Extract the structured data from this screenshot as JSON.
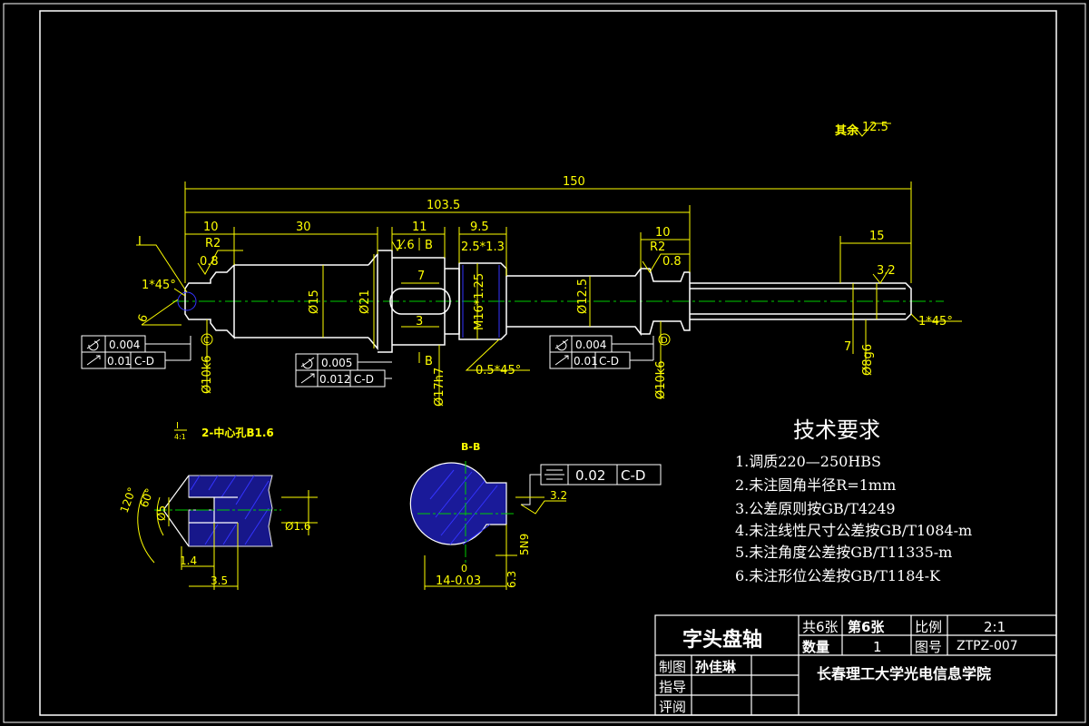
{
  "surface_finish_note": {
    "prefix": "其余",
    "value": "12.5"
  },
  "dimensions": {
    "overall_150": "150",
    "len_103_5": "103.5",
    "len_10_left": "10",
    "len_30": "30",
    "len_11": "11",
    "len_9_5": "9.5",
    "len_10_right": "10",
    "len_15": "15",
    "len_7": "7",
    "len_3": "3",
    "len_7_right": "7",
    "dia_15": "Ø15",
    "dia_21": "Ø21",
    "thread": "M16*1.25",
    "dia_12_5": "Ø12.5",
    "dia_10k6_left": "Ø10k6",
    "dia_17h7": "Ø17h7",
    "dia_10k6_right": "Ø10k6",
    "dia_8g6": "Ø8g6",
    "radius_left": "R2",
    "radius_right": "R2",
    "ra_left": "0.8",
    "ra_mid": "1.6",
    "ra_right": "0.8",
    "ra_end": "3.2",
    "chamfer_left": "1*45°",
    "chamfer_right": "1*45°",
    "undercut": "2.5*1.3",
    "chamfer_thread": "0.5*45°",
    "angle_6": "6",
    "section_mark_top": "B",
    "section_mark_bottom": "B",
    "datum_c": "C",
    "datum_d": "D",
    "detail_mark": "I"
  },
  "tolerance_frames": {
    "left": {
      "row1_value": "0.004",
      "row2_value": "0.01",
      "row2_datum": "C-D"
    },
    "middle": {
      "row1_value": "0.005",
      "row2_value": "0.012",
      "row2_datum": "C-D"
    },
    "right": {
      "row1_value": "0.004",
      "row2_value": "0.01",
      "row2_datum": "C-D"
    },
    "section": {
      "value": "0.02",
      "datum": "C-D"
    }
  },
  "detail_view": {
    "title_num": "I",
    "title_scale": "4:1",
    "title_text": "2-中心孔B1.6",
    "angle_120": "120°",
    "angle_60": "60°",
    "dia_5": "Ø5",
    "dia_1_6": "Ø1.6",
    "len_1_4": "1.4",
    "len_3_5": "3.5"
  },
  "section_view": {
    "title": "B-B",
    "width_dim": "14-0.03",
    "width_tol_top": "0",
    "depth_dim": "6.3",
    "keyway": "5N9",
    "ra": "3.2"
  },
  "tech_requirements": {
    "heading": "技术要求",
    "items": [
      "1.调质220—250HBS",
      "2.未注圆角半径R=1mm",
      "3.公差原则按GB/T4249",
      "4.未注线性尺寸公差按GB/T1084-m",
      "5.未注角度公差按GB/T11335-m",
      "6.未注形位公差按GB/T1184-K"
    ]
  },
  "title_block": {
    "part_name": "字头盘轴",
    "sheets_total": "共6张",
    "sheet_no": "第6张",
    "scale_label": "比例",
    "scale_value": "2:1",
    "qty_label": "数量",
    "qty_value": "1",
    "drawing_no_label": "图号",
    "drawing_no": "ZTPZ-007",
    "drawn_label": "制图",
    "drawn_by": "孙佳琳",
    "guide_label": "指导",
    "review_label": "评阅",
    "institution": "长春理工大学光电信息学院"
  },
  "colors": {
    "background": "#000000",
    "outline": "#ffffff",
    "dimension": "#ffff00",
    "centerline": "#00cc00",
    "hatch": "#3333ff",
    "frame": "#ffffff"
  }
}
